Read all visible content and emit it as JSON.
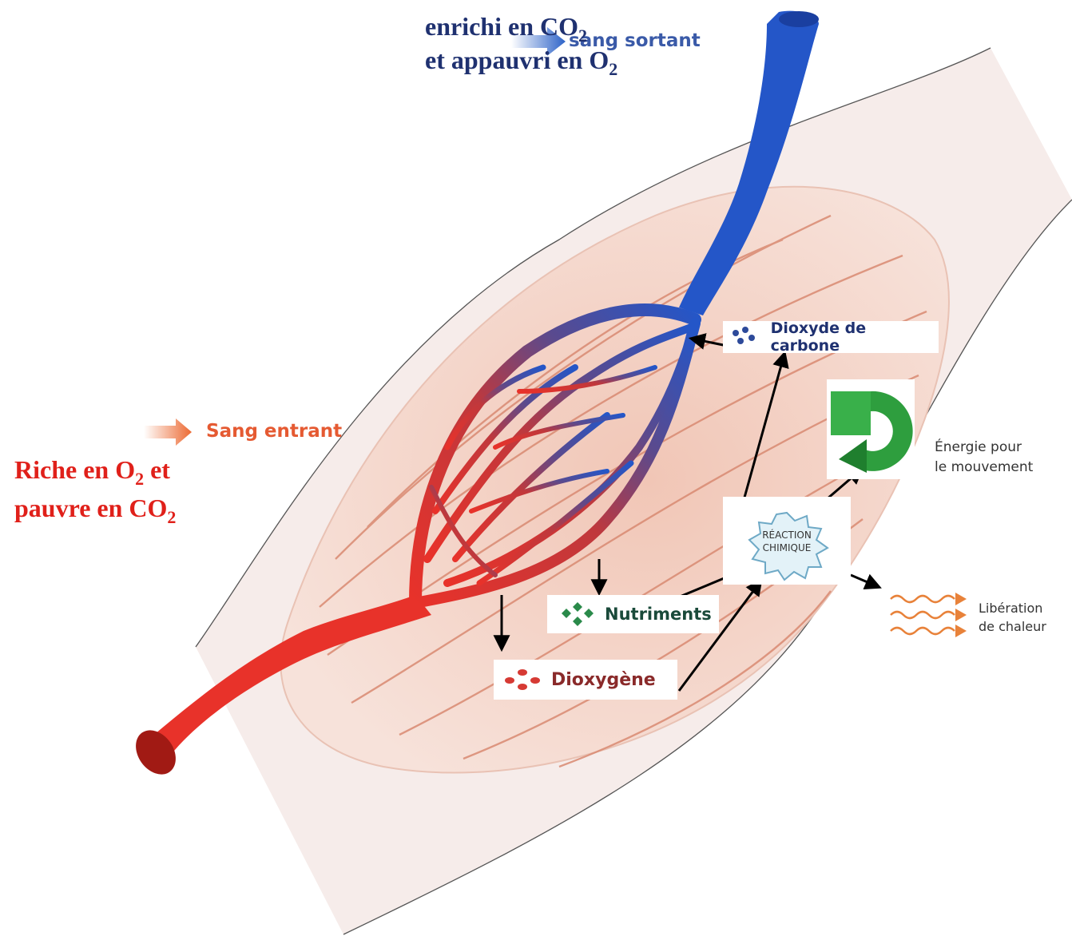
{
  "outgoing_blood": {
    "label": "sang sortant",
    "line1": "enrichi en CO",
    "line1_sub": "2",
    "line2": "et appauvri en O",
    "line2_sub": "2"
  },
  "incoming_blood": {
    "label": "Sang entrant",
    "line1_a": "Riche en O",
    "line1_sub": "2",
    "line1_b": " et",
    "line2": "pauvre en CO",
    "line2_sub": "2"
  },
  "substances": {
    "carbon_dioxide": "Dioxyde de carbone",
    "nutrients": "Nutriments",
    "oxygen": "Dioxygène"
  },
  "reaction": {
    "line1": "RÉACTION",
    "line2": "CHIMIQUE"
  },
  "energy": {
    "line1": "Énergie pour",
    "line2": "le mouvement"
  },
  "heat": {
    "line1": "Libération",
    "line2": "de chaleur"
  },
  "colors": {
    "artery": "#e8322a",
    "vein": "#2456c8",
    "muscle": "#f3d3c8",
    "fiber": "#d98a72",
    "title_blue": "#1f3170",
    "title_red": "#e0201a",
    "energy_green": "#2e9e3e",
    "heat_orange": "#e8823a"
  }
}
